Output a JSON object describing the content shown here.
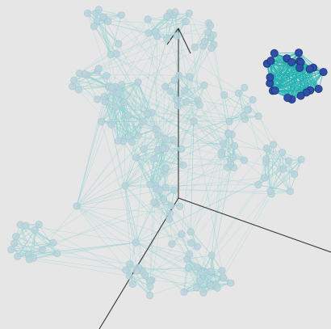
{
  "view": {
    "kind": "3d-network-graph",
    "background": "#e6e6e6",
    "edge_color": "#8fcfd0",
    "node_color": "#b8d3dc",
    "highlight_node_color": "#2f4fa8",
    "highlight_edge_color": "#1fb0b0",
    "axis_color": "#222222",
    "axes": 3,
    "highlighted_cluster": "dense-blue-cluster-top-right"
  }
}
